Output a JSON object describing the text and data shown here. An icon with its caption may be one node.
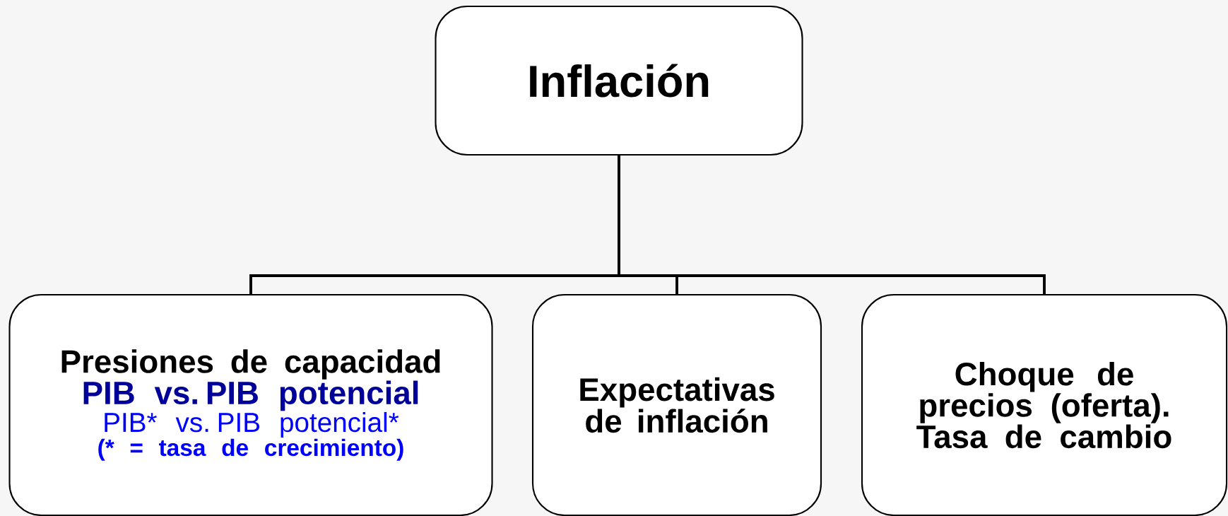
{
  "diagram": {
    "nodes": [
      {
        "text": [
          "Inflación"
        ]
      },
      {
        "text": [
          "Presiones de capacidad",
          "PIB vs. PIB potencial",
          "PIB* vs. PIB potencial*",
          "(* = tasa de crecimiento)"
        ]
      },
      {
        "text": [
          "Expectativas de inflación"
        ]
      },
      {
        "text": [
          "Choque de precios (oferta).",
          "Tasa de cambio"
        ]
      }
    ],
    "edges": [
      {
        "from": 0,
        "to": 1,
        "arrow": "none"
      },
      {
        "from": 0,
        "to": 2,
        "arrow": "none"
      },
      {
        "from": 0,
        "to": 3,
        "arrow": "none"
      }
    ]
  }
}
